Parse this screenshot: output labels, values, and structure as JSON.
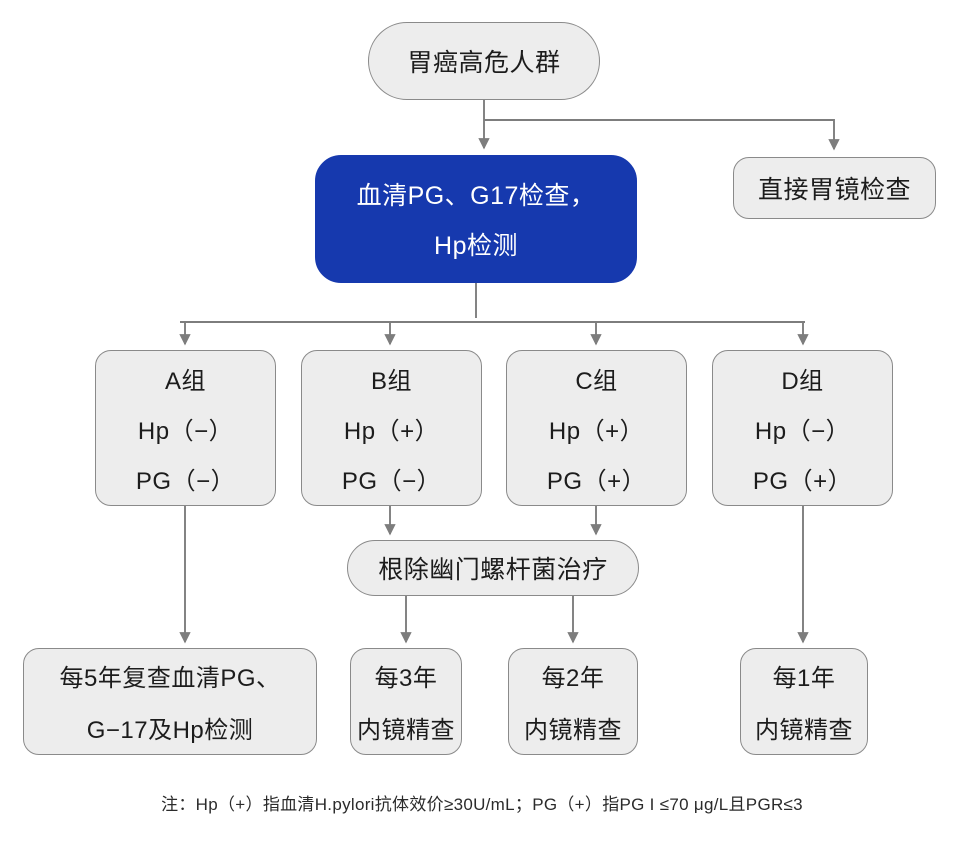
{
  "diagram": {
    "title_node": {
      "label": "胃癌高危人群"
    },
    "serum_node": {
      "line1": "血清PG、G17检查，",
      "line2": "Hp检测",
      "accent_color": "#1639ae"
    },
    "direct_endoscopy_node": {
      "label": "直接胃镜检查"
    },
    "groups": [
      {
        "name": "A组",
        "hp": "Hp（−）",
        "pg": "PG（−）"
      },
      {
        "name": "B组",
        "hp": "Hp（+）",
        "pg": "PG（−）"
      },
      {
        "name": "C组",
        "hp": "Hp（+）",
        "pg": "PG（+）"
      },
      {
        "name": "D组",
        "hp": "Hp（−）",
        "pg": "PG（+）"
      }
    ],
    "eradication_node": {
      "label": "根除幽门螺杆菌治疗"
    },
    "followups": [
      {
        "line1": "每5年复查血清PG、",
        "line2": "G−17及Hp检测"
      },
      {
        "line1": "每3年",
        "line2": "内镜精查"
      },
      {
        "line1": "每2年",
        "line2": "内镜精查"
      },
      {
        "line1": "每1年",
        "line2": "内镜精查"
      }
    ],
    "footnote": "注：Hp（+）指血清H.pylori抗体效价≥30U/mL；PG（+）指PG I ≤70 μg/L且PGR≤3",
    "colors": {
      "node_fill": "#ededed",
      "node_border": "#8a8a8a",
      "edge": "#7d7d7d",
      "text": "#1c1c1c"
    }
  }
}
